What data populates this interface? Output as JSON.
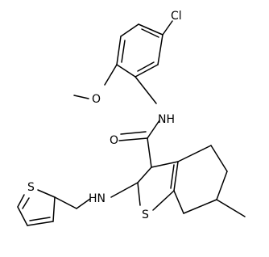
{
  "diagram": {
    "type": "chemical-structure",
    "atom_labels": {
      "cl": "Cl",
      "o_methoxy": "O",
      "nh_amide": "NH",
      "o_carbonyl": "O",
      "s_thiophene_core": "S",
      "s_thiophene_ring": "S",
      "hn_amine": "HN"
    }
  }
}
